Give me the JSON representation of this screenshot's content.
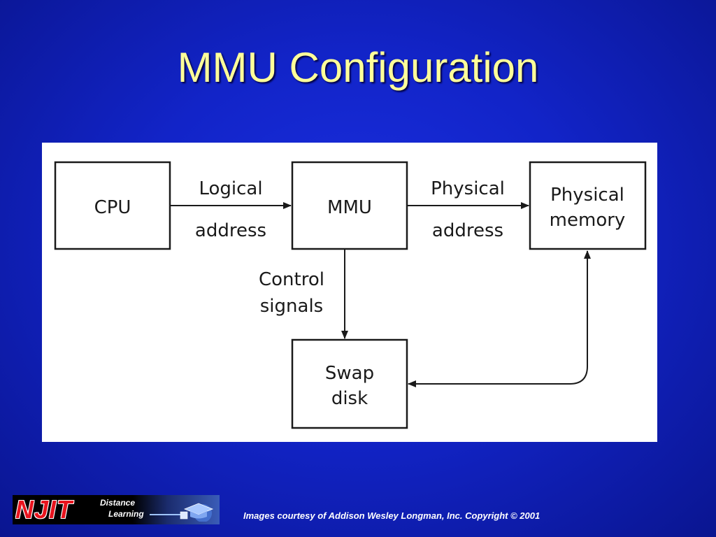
{
  "slide": {
    "title": "MMU Configuration",
    "credit": "Images courtesy of Addison Wesley Longman, Inc. Copyright © 2001"
  },
  "diagram": {
    "boxes": {
      "cpu": "CPU",
      "mmu": "MMU",
      "physical_memory": [
        "Physical",
        "memory"
      ],
      "swap_disk": [
        "Swap",
        "disk"
      ]
    },
    "edges": {
      "cpu_to_mmu": [
        "Logical",
        "address"
      ],
      "mmu_to_memory": [
        "Physical",
        "address"
      ],
      "mmu_to_disk": [
        "Control",
        "signals"
      ]
    }
  },
  "logo": {
    "name": "NJIT",
    "line1": "Distance",
    "line2": "Learning",
    "icon": "graduation-cap-icon"
  },
  "colors": {
    "background": "#1224c8",
    "title": "#ffff99",
    "panel": "#ffffff",
    "ink": "#1a1a1a"
  }
}
